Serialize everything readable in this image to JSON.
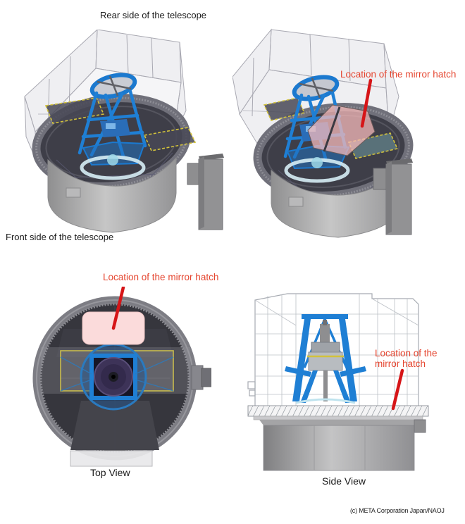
{
  "header": {
    "rear_side_label": "Rear side of the telescope"
  },
  "rear_left_view": {
    "front_side_label": "Front side of the telescope"
  },
  "rear_right_view": {
    "hatch_label": "Location of the mirror hatch"
  },
  "top_view": {
    "hatch_label": "Location of the mirror hatch",
    "caption": "Top View"
  },
  "side_view": {
    "hatch_label_line1": "Location of the",
    "hatch_label_line2": "mirror hatch",
    "caption": "Side View"
  },
  "footer": {
    "credit": "(c) META Corporation Japan/NAOJ"
  },
  "colors": {
    "annotation_red_text": "#e5452f",
    "leader_line_red": "#d61518",
    "mirror_hatch_pink": "#f9d8d8",
    "telescope_blue": "#1f7fd4",
    "platform_yellow_outline": "#d2c23c",
    "dome_interior_dark": "#3a3a42",
    "structure_gray": "#9b9b9b"
  }
}
